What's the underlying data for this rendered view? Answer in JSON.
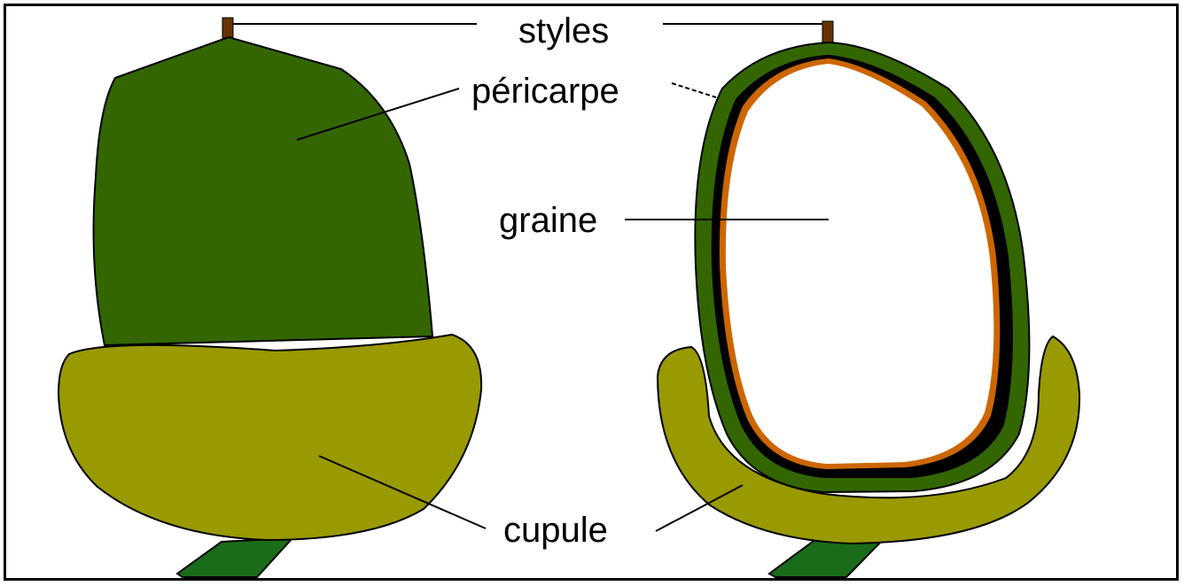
{
  "labels": {
    "styles": "styles",
    "pericarpe": "péricarpe",
    "graine": "graine",
    "cupule": "cupule"
  },
  "colors": {
    "pericarp": "#336600",
    "cupule": "#999900",
    "stalk": "#1a6b1a",
    "style": "#663300",
    "seed_coat": "#cc6600",
    "seed": "#ffffff",
    "lines": "#000000"
  }
}
